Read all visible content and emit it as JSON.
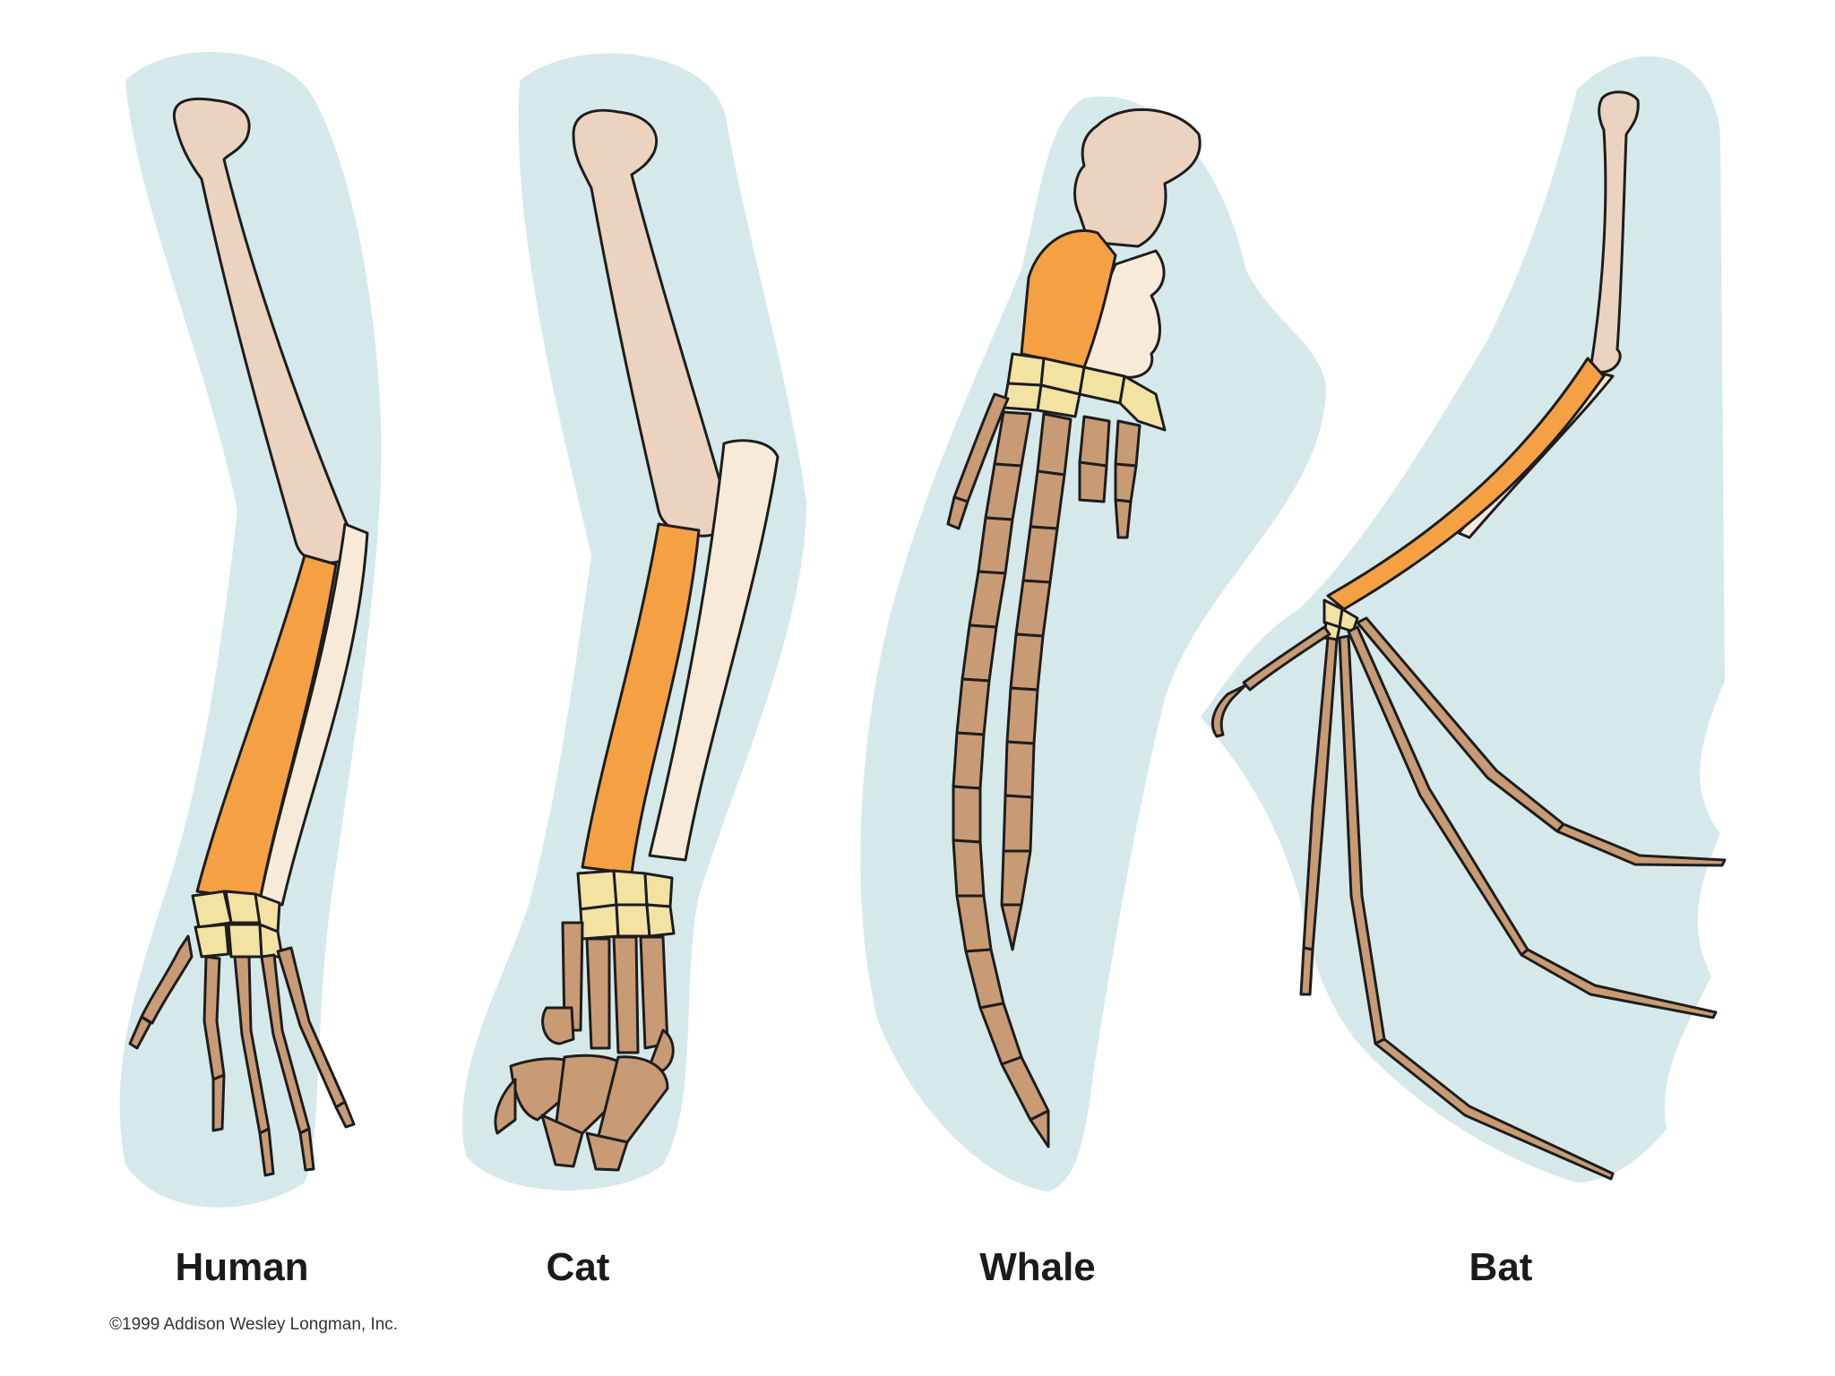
{
  "labels": {
    "human": "Human",
    "cat": "Cat",
    "whale": "Whale",
    "bat": "Bat"
  },
  "copyright": "©1999 Addison Wesley Longman, Inc.",
  "colors": {
    "background": "#ffffff",
    "limb_silhouette": "#d6e9ea",
    "humerus": "#ecd3c0",
    "radius": "#f5a143",
    "ulna": "#f7ead8",
    "carpals": "#f2e3a3",
    "metacarpals_phalanges": "#c99b74",
    "outline": "#1d1d1d"
  }
}
